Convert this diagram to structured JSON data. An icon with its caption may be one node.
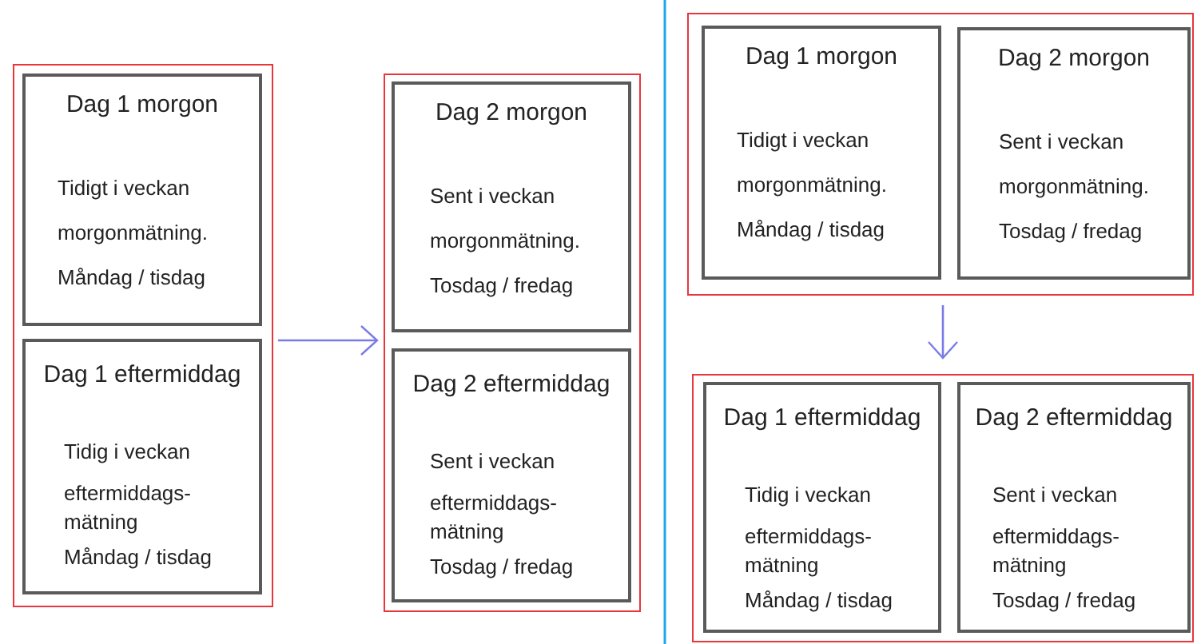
{
  "diagram": {
    "nodes": [
      {
        "text": [],
        "shape": "box"
      },
      {
        "text": [
          "Dag 1 morgon",
          "Tidigt i veckan",
          "morgonmätning.",
          "Måndag / tisdag"
        ],
        "in": 0
      },
      {
        "text": [
          "Dag 1 eftermiddag",
          "Tidig i veckan",
          "eftermiddags- mätning",
          "Måndag / tisdag"
        ],
        "in": 0
      },
      {
        "text": [],
        "shape": "box"
      },
      {
        "text": [
          "Dag 2 morgon",
          "Sent i veckan",
          "morgonmätning.",
          "Tosdag / fredag"
        ],
        "in": 3
      },
      {
        "text": [
          "Dag 2 eftermiddag",
          "Sent i veckan",
          "eftermiddags- mätning",
          "Tosdag / fredag"
        ],
        "in": 3
      },
      {
        "text": [],
        "shape": "box"
      },
      {
        "text": [
          "Dag 1 morgon",
          "Tidigt i veckan",
          "morgonmätning.",
          "Måndag / tisdag"
        ],
        "in": 6
      },
      {
        "text": [
          "Dag 2 morgon",
          "Sent i veckan",
          "morgonmätning.",
          "Tosdag / fredag"
        ],
        "in": 6
      },
      {
        "text": [],
        "shape": "box"
      },
      {
        "text": [
          "Dag 1 eftermiddag",
          "Tidig i veckan",
          "eftermiddags- mätning",
          "Måndag / tisdag"
        ],
        "in": 9
      },
      {
        "text": [
          "Dag 2 eftermiddag",
          "Sent i veckan",
          "eftermiddags- mätning",
          "Tosdag / fredag"
        ],
        "in": 9
      }
    ],
    "edges": [
      {
        "from": 0,
        "to": 3,
        "arrow": "to"
      },
      {
        "from": 6,
        "to": 9,
        "arrow": "to"
      }
    ]
  }
}
